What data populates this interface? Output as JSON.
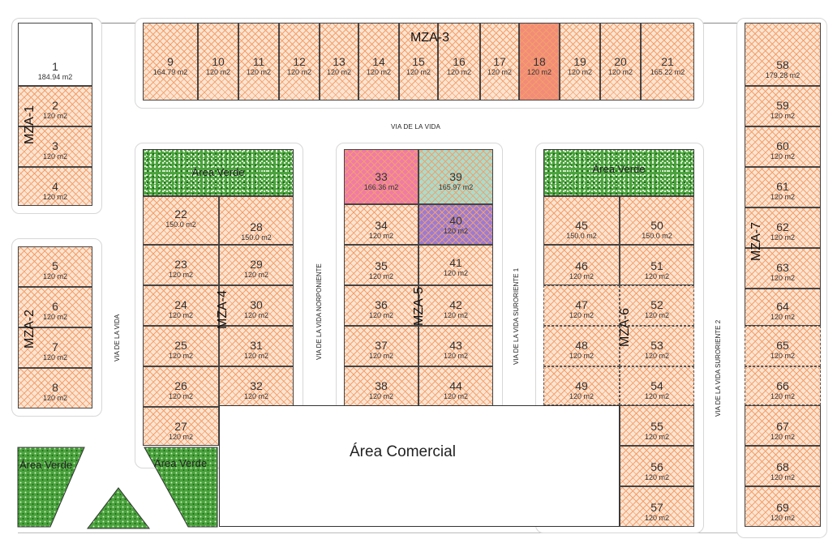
{
  "streets": {
    "top": "VIA DE LA VIDA",
    "left": "VIA DE LA VIDA",
    "norponiente": "VIA DE LA VIDA NORPONIENTE",
    "suroriente1": "VIA DE LA VIDA SURORIENTE 1",
    "suroriente2": "VIA DE LA VIDA SURORIENTE 2"
  },
  "manzanas": {
    "mza1": "MZA-1",
    "mza2": "MZA-2",
    "mza3": "MZA-3",
    "mza4": "MZA-4",
    "mza5": "MZA-5",
    "mza6": "MZA-6",
    "mza7": "MZA-7"
  },
  "area_verde": "Área Verde",
  "area_comercial": "Área Comercial",
  "colors": {
    "hatch": "#f3a06a",
    "lot_fill": "#fde4d2",
    "highlight_18": "#f28b78",
    "highlight_33": "#f07aa8",
    "highlight_39": "#a9dccd",
    "highlight_40": "#9a7bd6",
    "green": "#4aa23c"
  },
  "lots": {
    "l1": {
      "n": "1",
      "a": "184.94 m2"
    },
    "l2": {
      "n": "2",
      "a": "120 m2"
    },
    "l3": {
      "n": "3",
      "a": "120 m2"
    },
    "l4": {
      "n": "4",
      "a": "120 m2"
    },
    "l5": {
      "n": "5",
      "a": "120 m2"
    },
    "l6": {
      "n": "6",
      "a": "120 m2"
    },
    "l7": {
      "n": "7",
      "a": "120 m2"
    },
    "l8": {
      "n": "8",
      "a": "120 m2"
    },
    "l9": {
      "n": "9",
      "a": "164.79 m2"
    },
    "l10": {
      "n": "10",
      "a": "120 m2"
    },
    "l11": {
      "n": "11",
      "a": "120 m2"
    },
    "l12": {
      "n": "12",
      "a": "120 m2"
    },
    "l13": {
      "n": "13",
      "a": "120 m2"
    },
    "l14": {
      "n": "14",
      "a": "120 m2"
    },
    "l15": {
      "n": "15",
      "a": "120 m2"
    },
    "l16": {
      "n": "16",
      "a": "120 m2"
    },
    "l17": {
      "n": "17",
      "a": "120 m2"
    },
    "l18": {
      "n": "18",
      "a": "120 m2"
    },
    "l19": {
      "n": "19",
      "a": "120 m2"
    },
    "l20": {
      "n": "20",
      "a": "120 m2"
    },
    "l21": {
      "n": "21",
      "a": "165.22 m2"
    },
    "l22": {
      "n": "22",
      "a": "150.0 m2"
    },
    "l23": {
      "n": "23",
      "a": "120 m2"
    },
    "l24": {
      "n": "24",
      "a": "120 m2"
    },
    "l25": {
      "n": "25",
      "a": "120 m2"
    },
    "l26": {
      "n": "26",
      "a": "120 m2"
    },
    "l27": {
      "n": "27",
      "a": "120 m2"
    },
    "l28": {
      "n": "28",
      "a": "150.0 m2"
    },
    "l29": {
      "n": "29",
      "a": "120 m2"
    },
    "l30": {
      "n": "30",
      "a": "120 m2"
    },
    "l31": {
      "n": "31",
      "a": "120 m2"
    },
    "l32": {
      "n": "32",
      "a": "120 m2"
    },
    "l33": {
      "n": "33",
      "a": "166.36 m2"
    },
    "l34": {
      "n": "34",
      "a": "120 m2"
    },
    "l35": {
      "n": "35",
      "a": "120 m2"
    },
    "l36": {
      "n": "36",
      "a": "120 m2"
    },
    "l37": {
      "n": "37",
      "a": "120 m2"
    },
    "l38": {
      "n": "38",
      "a": "120 m2"
    },
    "l39": {
      "n": "39",
      "a": "165.97 m2"
    },
    "l40": {
      "n": "40",
      "a": "120 m2"
    },
    "l41": {
      "n": "41",
      "a": "120 m2"
    },
    "l42": {
      "n": "42",
      "a": "120 m2"
    },
    "l43": {
      "n": "43",
      "a": "120 m2"
    },
    "l44": {
      "n": "44",
      "a": "120 m2"
    },
    "l45": {
      "n": "45",
      "a": "150.0 m2"
    },
    "l46": {
      "n": "46",
      "a": "120 m2"
    },
    "l47": {
      "n": "47",
      "a": "120 m2"
    },
    "l48": {
      "n": "48",
      "a": "120 m2"
    },
    "l49": {
      "n": "49",
      "a": "120 m2"
    },
    "l50": {
      "n": "50",
      "a": "150.0 m2"
    },
    "l51": {
      "n": "51",
      "a": "120 m2"
    },
    "l52": {
      "n": "52",
      "a": "120 m2"
    },
    "l53": {
      "n": "53",
      "a": "120 m2"
    },
    "l54": {
      "n": "54",
      "a": "120 m2"
    },
    "l55": {
      "n": "55",
      "a": "120 m2"
    },
    "l56": {
      "n": "56",
      "a": "120 m2"
    },
    "l57": {
      "n": "57",
      "a": "120 m2"
    },
    "l58": {
      "n": "58",
      "a": "179.28 m2"
    },
    "l59": {
      "n": "59",
      "a": "120 m2"
    },
    "l60": {
      "n": "60",
      "a": "120 m2"
    },
    "l61": {
      "n": "61",
      "a": "120 m2"
    },
    "l62": {
      "n": "62",
      "a": "120 m2"
    },
    "l63": {
      "n": "63",
      "a": "120 m2"
    },
    "l64": {
      "n": "64",
      "a": "120 m2"
    },
    "l65": {
      "n": "65",
      "a": "120 m2"
    },
    "l66": {
      "n": "66",
      "a": "120 m2"
    },
    "l67": {
      "n": "67",
      "a": "120 m2"
    },
    "l68": {
      "n": "68",
      "a": "120 m2"
    },
    "l69": {
      "n": "69",
      "a": "120 m2"
    }
  }
}
